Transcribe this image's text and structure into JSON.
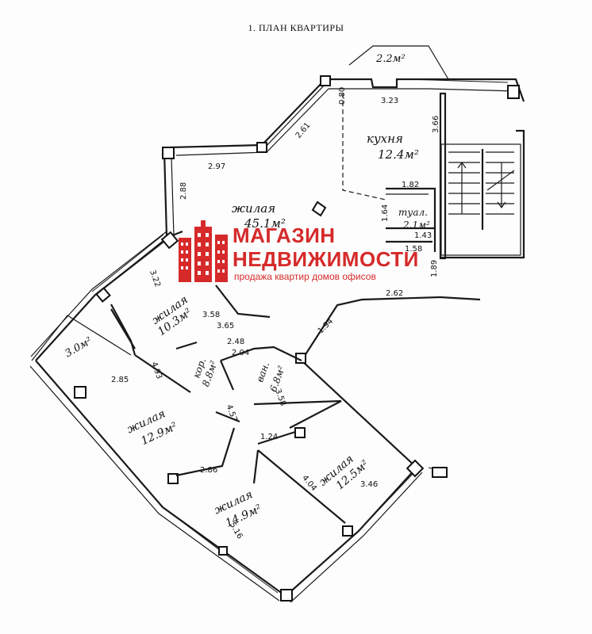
{
  "title": "1. ПЛАН КВАРТИРЫ",
  "rooms": {
    "living_main": {
      "name": "жилая",
      "area": "45.1м²"
    },
    "kitchen": {
      "name": "кухня",
      "area": "12.4м²"
    },
    "toilet": {
      "name": "туал.",
      "area": "2.1м²"
    },
    "living_a": {
      "name": "жилая",
      "area": "10.3м²"
    },
    "corridor": {
      "name": "кор.",
      "area": "8.8м²"
    },
    "bath": {
      "name": "ван.",
      "area": "6.8м²"
    },
    "living_b": {
      "name": "жилая",
      "area": "12.9м²"
    },
    "living_c": {
      "name": "жилая",
      "area": "14.9м²"
    },
    "living_d": {
      "name": "жилая",
      "area": "12.5м²"
    },
    "balcony_top": {
      "area": "2.2м²"
    },
    "balcony_left": {
      "area": "3.0м²"
    }
  },
  "dimensions": {
    "d_0_80": "0.80",
    "d_3_23": "3.23",
    "d_3_66": "3.66",
    "d_2_61": "2.61",
    "d_2_97": "2.97",
    "d_2_88": "2.88",
    "d_1_82": "1.82",
    "d_1_64": "1.64",
    "d_1_43": "1.43",
    "d_1_58": "1.58",
    "d_1_89": "1.89",
    "d_2_62": "2.62",
    "d_3_22": "3.22",
    "d_1_94": "1.94",
    "d_3_58": "3.58",
    "d_3_65": "3.65",
    "d_2_48": "2.48",
    "d_2_04": "2.04",
    "d_4_93": "4.93",
    "d_2_85": "2.85",
    "d_3_58b": "3.58",
    "d_4_57": "4.57",
    "d_1_24": "1.24",
    "d_2_86": "2.86",
    "d_4_04": "4.04",
    "d_3_46": "3.46",
    "d_5_16": "5.16"
  },
  "watermark": {
    "line1": "МАГАЗИН",
    "line2": "НЕДВИЖИМОСТИ",
    "tagline": "продажа квартир домов офисов",
    "color": "#d62a2a"
  }
}
